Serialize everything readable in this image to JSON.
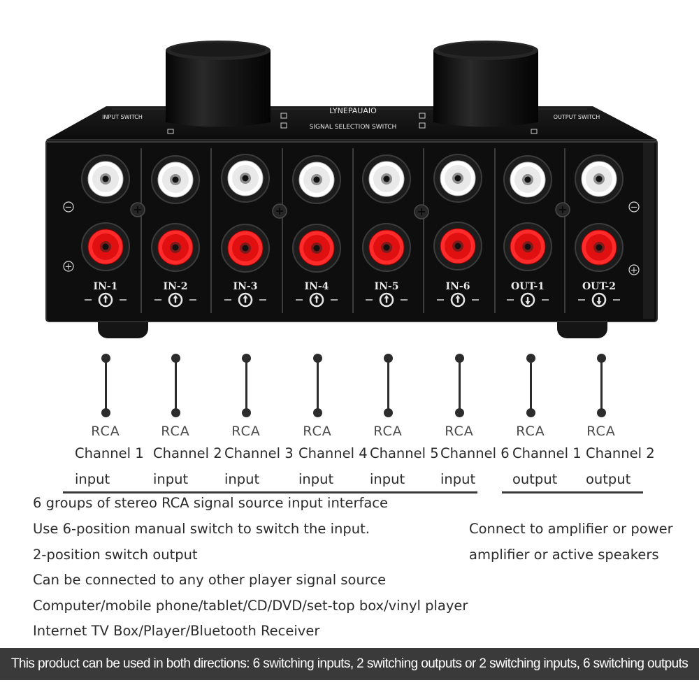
{
  "device": {
    "brand": "LYNEPAUAIO",
    "subtitle": "SIGNAL SELECTION SWITCH",
    "input_switch_label": "INPUT SWITCH",
    "output_switch_label": "OUTPUT SWITCH",
    "ports": [
      {
        "label": "IN-1",
        "direction": "input"
      },
      {
        "label": "IN-2",
        "direction": "input"
      },
      {
        "label": "IN-3",
        "direction": "input"
      },
      {
        "label": "IN-4",
        "direction": "input"
      },
      {
        "label": "IN-5",
        "direction": "input"
      },
      {
        "label": "IN-6",
        "direction": "input"
      },
      {
        "label": "OUT-1",
        "direction": "output"
      },
      {
        "label": "OUT-2",
        "direction": "output"
      }
    ],
    "colors": {
      "body": "#111111",
      "white_jack": "#e9e9e9",
      "red_jack": "#e01010",
      "gold": "#b8a070"
    }
  },
  "connectors": [
    {
      "type": "RCA",
      "line1": "Channel 1",
      "line2": "input"
    },
    {
      "type": "RCA",
      "line1": "Channel 2",
      "line2": "input"
    },
    {
      "type": "RCA",
      "line1": "Channel 3",
      "line2": "input"
    },
    {
      "type": "RCA",
      "line1": "Channel 4",
      "line2": "input"
    },
    {
      "type": "RCA",
      "line1": "Channel 5",
      "line2": "input"
    },
    {
      "type": "RCA",
      "line1": "Channel 6",
      "line2": "input"
    },
    {
      "type": "RCA",
      "line1": "Channel 1",
      "line2": "output"
    },
    {
      "type": "RCA",
      "line1": "Channel 2",
      "line2": "output"
    }
  ],
  "input_features": [
    "6 groups of stereo RCA signal source input interface",
    "Use 6-position manual switch to switch the input.",
    "2-position switch output",
    "Can be connected to any other player signal source",
    "Computer/mobile phone/tablet/CD/DVD/set-top box/vinyl player",
    "Internet TV Box/Player/Bluetooth Receiver"
  ],
  "output_features": [
    "Connect to amplifier or power",
    "amplifier or active speakers"
  ],
  "footer": {
    "text": "This product can be used in both directions: 6 switching inputs, 2 switching outputs or 2 switching inputs, 6 switching outputs"
  }
}
